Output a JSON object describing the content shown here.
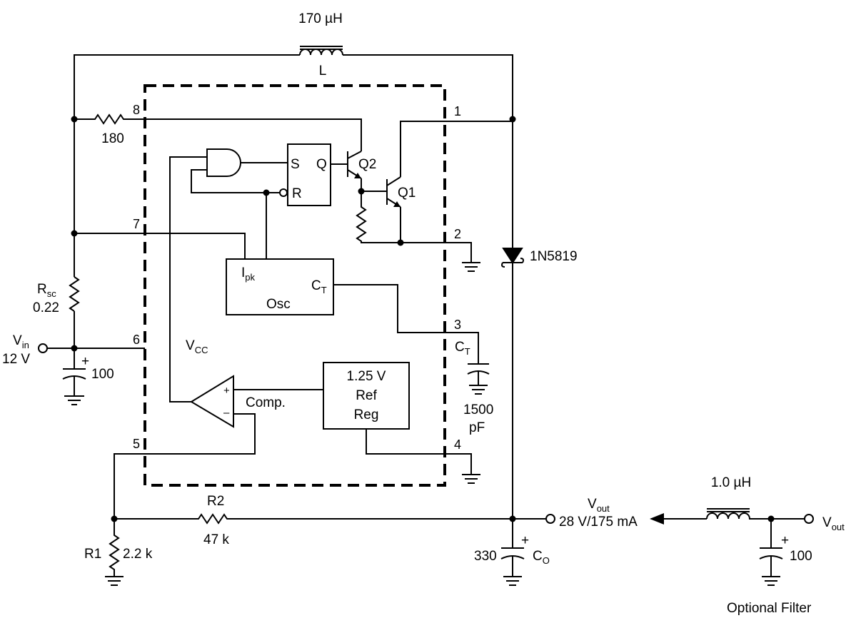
{
  "components": {
    "inductor_main": {
      "value": "170 µH",
      "ref": "L"
    },
    "resistor_180": {
      "value": "180"
    },
    "rsc": {
      "ref": "R",
      "ref_sub": "sc",
      "value": "0.22"
    },
    "vin": {
      "label": "V",
      "label_sub": "in",
      "value": "12 V"
    },
    "cap_in": {
      "value": "100",
      "polarity": "+"
    },
    "diode": {
      "part": "1N5819"
    },
    "r2": {
      "ref": "R2",
      "value": "47 k"
    },
    "r1": {
      "ref": "R1",
      "value": "2.2 k"
    },
    "cap_out": {
      "value": "330",
      "ref": "C",
      "ref_sub": "O",
      "polarity": "+"
    },
    "vout": {
      "label": "V",
      "label_sub": "out",
      "value": "28 V/175 mA"
    },
    "ct_cap": {
      "value_line1": "1500",
      "value_line2": "pF",
      "ref": "C",
      "ref_sub": "T"
    },
    "filter": {
      "inductor_value": "1.0 µH",
      "cap_value": "100",
      "polarity": "+",
      "out_label": "V",
      "out_sub": "out",
      "caption": "Optional Filter"
    }
  },
  "ic": {
    "pins": {
      "p1": "1",
      "p2": "2",
      "p3": "3",
      "p4": "4",
      "p5": "5",
      "p6": "6",
      "p7": "7",
      "p8": "8"
    },
    "latch": {
      "s": "S",
      "q": "Q",
      "r": "R"
    },
    "q2": "Q2",
    "q1": "Q1",
    "osc": {
      "ipk": "I",
      "ipk_sub": "pk",
      "name": "Osc",
      "ct": "C",
      "ct_sub": "T"
    },
    "vcc": {
      "label": "V",
      "sub": "CC"
    },
    "comparator": {
      "label": "Comp.",
      "plus": "+",
      "minus": "–"
    },
    "ref": {
      "line1": "1.25 V",
      "line2": "Ref",
      "line3": "Reg"
    }
  }
}
